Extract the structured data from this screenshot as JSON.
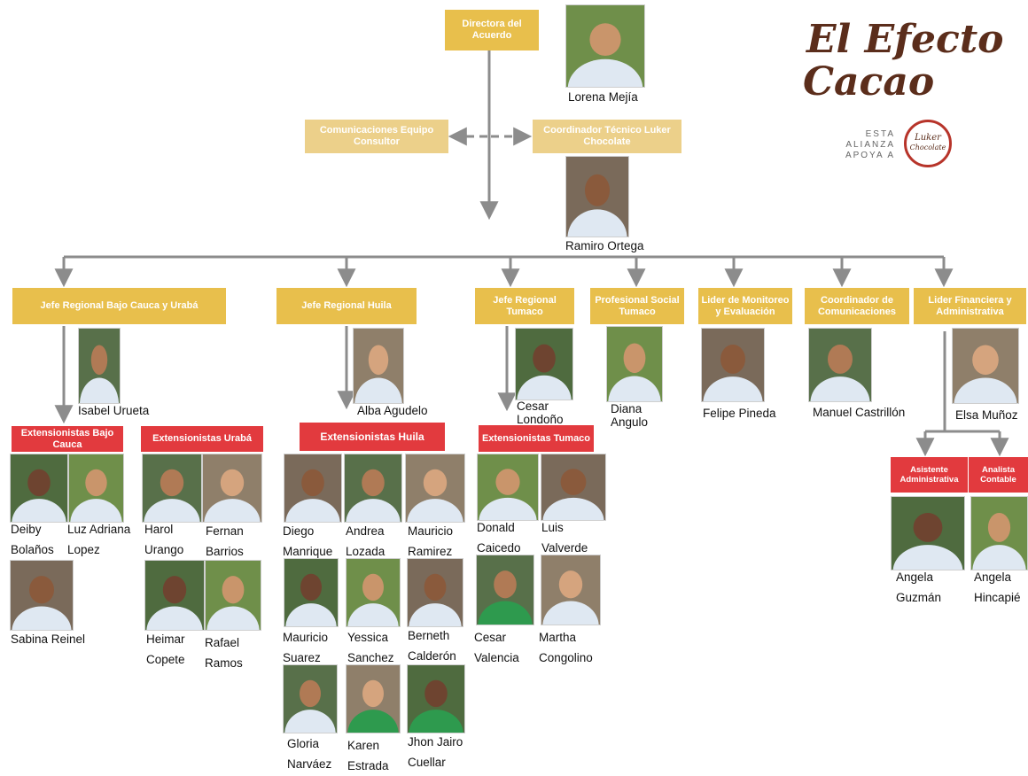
{
  "colors": {
    "role_box": "#e8bf4c",
    "role_box_light": "#ecd08a",
    "team_box": "#e23a3e",
    "connector": "#8c8c8c",
    "logo_brown": "#5b2d1b"
  },
  "top": {
    "director_role": "Directora del Acuerdo",
    "director_name": "Lorena  Mejía",
    "communications_role": "Comunicaciones Equipo Consultor",
    "coordinator_role": "Coordinador Técnico Luker Chocolate",
    "coordinator_name": "Ramiro  Ortega"
  },
  "logo": {
    "line1": "El Efecto",
    "line2": "Cacao",
    "tagline": [
      "ESTA",
      "ALIANZA",
      "APOYA A"
    ],
    "partner_line1": "Luker",
    "partner_line2": "Chocolate"
  },
  "regional": [
    {
      "role": "Jefe Regional  Bajo Cauca y Urabá",
      "name": "Isabel Urueta"
    },
    {
      "role": "Jefe Regional Huila",
      "name": "Alba Agudelo"
    },
    {
      "role": "Jefe Regional Tumaco",
      "name": "Cesar Londoño"
    },
    {
      "role": "Profesional Social Tumaco",
      "name": "Diana Angulo"
    },
    {
      "role": "Lider de Monitoreo y Evaluación",
      "name": "Felipe Pineda"
    },
    {
      "role": "Coordinador de Comunicaciones",
      "name": "Manuel Castrillón"
    },
    {
      "role": "Lider Financiera y Administrativa",
      "name": "Elsa Muñoz"
    }
  ],
  "teams": [
    {
      "title": "Extensionistas Bajo Cauca",
      "members": [
        "Deiby Bolaños",
        "Luz Adriana Lopez",
        "Sabina Reinel"
      ]
    },
    {
      "title": "Extensionistas Urabá",
      "members": [
        "Harol Urango",
        "Fernan Barrios",
        "Heimar Copete",
        "Rafael Ramos"
      ]
    },
    {
      "title": "Extensionistas Huila",
      "members": [
        "Diego Manrique",
        "Andrea Lozada",
        "Mauricio Ramirez",
        "Mauricio Suarez",
        "Yessica Sanchez",
        "Berneth Calderón",
        "Gloria Narváez",
        "Karen Estrada",
        "Jhon Jairo Cuellar"
      ]
    },
    {
      "title": "Extensionistas Tumaco",
      "members": [
        "Donald Caicedo",
        "Luis Valverde",
        "Cesar Valencia",
        "Martha Congolino"
      ]
    },
    {
      "title": "Asistente Administrativa",
      "members": [
        "Angela Guzmán"
      ]
    },
    {
      "title": "Analista Contable",
      "members": [
        "Angela Hincapié"
      ]
    }
  ]
}
